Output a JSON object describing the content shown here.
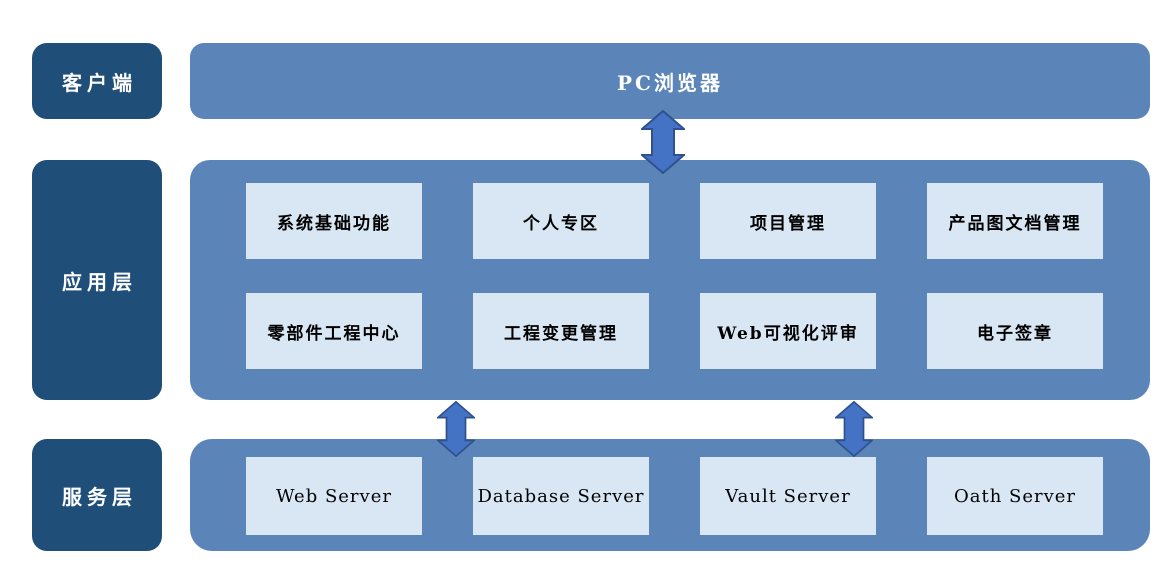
{
  "theme": {
    "background": "#ffffff",
    "dark_blue": "#1f4e79",
    "band_blue": "#5b85b8",
    "box_blue": "#d9e7f5",
    "arrow_fill": "#4472c4",
    "arrow_border": "#2f528f",
    "text_on_dark": "#ffffff",
    "text_on_light": "#000000"
  },
  "icons": {
    "connector": "double-vertical-arrow-icon"
  },
  "layers": {
    "client": {
      "label": "客户端",
      "bar": "PC浏览器"
    },
    "application": {
      "label": "应用层",
      "modules": [
        "系统基础功能",
        "个人专区",
        "项目管理",
        "产品图文档管理",
        "零部件工程中心",
        "工程变更管理",
        "Web可视化评审",
        "电子签章"
      ]
    },
    "service": {
      "label": "服务层",
      "servers": [
        "Web Server",
        "Database Server",
        "Vault Server",
        "Oath Server"
      ]
    }
  }
}
